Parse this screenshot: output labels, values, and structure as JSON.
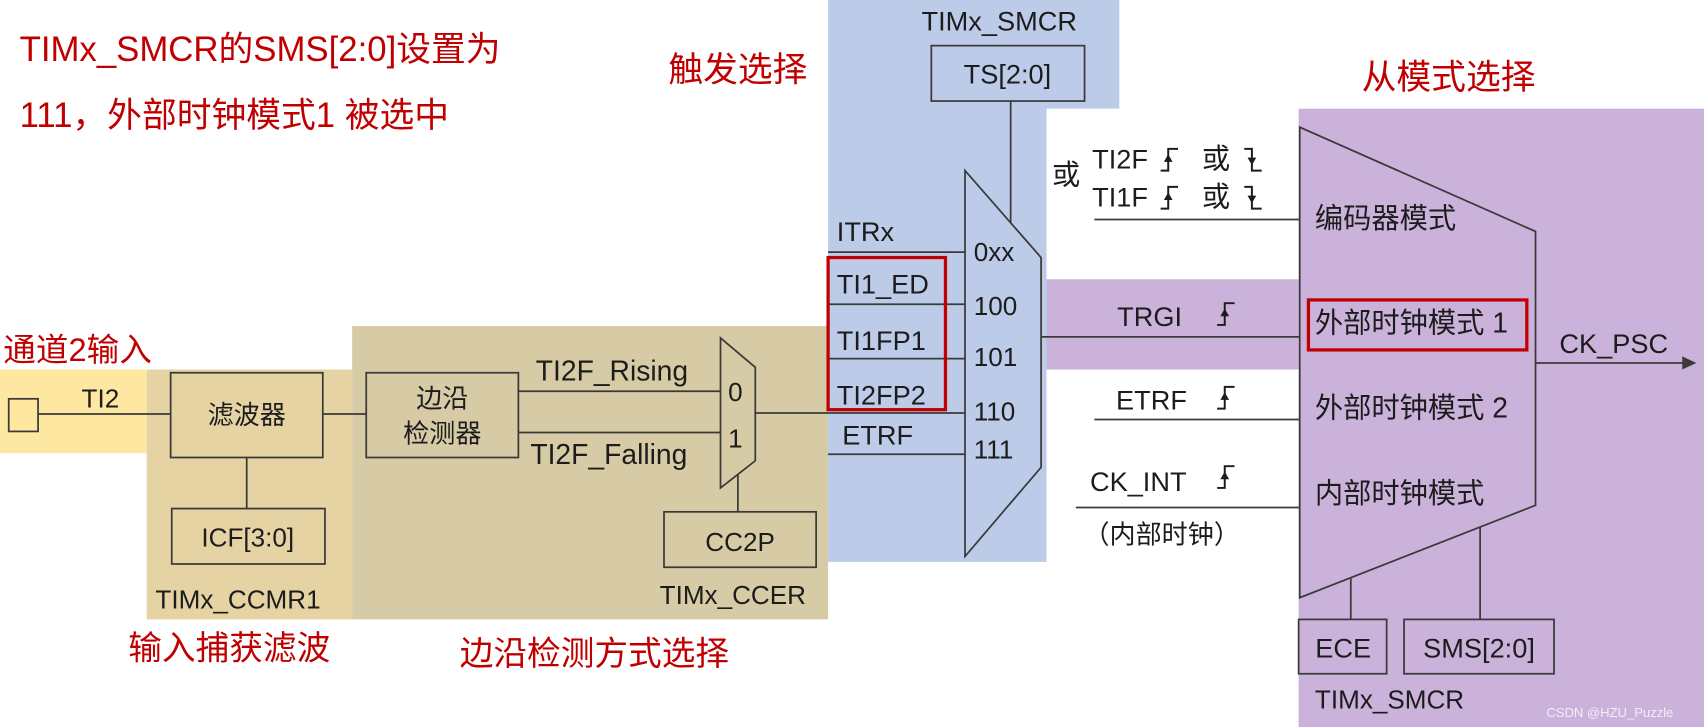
{
  "colors": {
    "highlight_red": "#c00000",
    "line": "#3a3a3a",
    "channel_bg": "#fde7a1",
    "filter_bg": "#e6d3a3",
    "edge_bg": "#d7cba6",
    "trigger_bg": "#bccbe8",
    "slave_bg": "#cab2da"
  },
  "annotations": {
    "sms_setting_line1": "TIMx_SMCR的SMS[2:0]设置为",
    "sms_setting_line2": "111，外部时钟模式1 被选中",
    "trigger_select": "触发选择",
    "slave_mode_select": "从模式选择",
    "channel2_input": "通道2输入",
    "input_capture_filter": "输入捕获滤波",
    "edge_detect_select": "边沿检测方式选择"
  },
  "channel": {
    "pin": "TI2"
  },
  "filter": {
    "label": "滤波器",
    "config": "ICF[3:0]",
    "register": "TIMx_CCMR1"
  },
  "edge_detector": {
    "label_line1": "边沿",
    "label_line2": "检测器",
    "rising": "TI2F_Rising",
    "falling": "TI2F_Falling"
  },
  "polarity_mux": {
    "input0": "0",
    "input1": "1",
    "config": "CC2P",
    "register": "TIMx_CCER"
  },
  "trigger_mux": {
    "register": "TIMx_SMCR",
    "config": "TS[2:0]",
    "inputs": [
      {
        "signal": "ITRx",
        "code": "0xx"
      },
      {
        "signal": "TI1_ED",
        "code": "100"
      },
      {
        "signal": "TI1FP1",
        "code": "101"
      },
      {
        "signal": "TI2FP2",
        "code": "110"
      },
      {
        "signal": "ETRF",
        "code": "111"
      }
    ]
  },
  "slave_inputs": {
    "encoder_or": "或",
    "encoder_lines": [
      {
        "signal": "TI2F",
        "or": "或"
      },
      {
        "signal": "TI1F",
        "or": "或"
      }
    ],
    "trgi": "TRGI",
    "etrf": "ETRF",
    "ck_int": "CK_INT",
    "ck_int_note": "（内部时钟）"
  },
  "slave_mux": {
    "modes": [
      "编码器模式",
      "外部时钟模式 1",
      "外部时钟模式 2",
      "内部时钟模式"
    ],
    "output": "CK_PSC",
    "ece": "ECE",
    "sms": "SMS[2:0]",
    "register": "TIMx_SMCR"
  },
  "watermark": "CSDN @HZU_Puzzle"
}
